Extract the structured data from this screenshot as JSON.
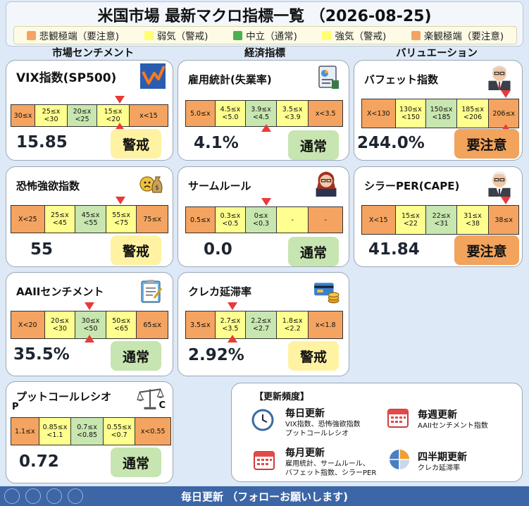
{
  "header": {
    "title": "米国市場 最新マクロ指標一覧 （2026-08-25)",
    "legend": [
      {
        "label": "悲観極端（要注意)",
        "color": "#f4a460"
      },
      {
        "label": "弱気（警戒)",
        "color": "#ffff70"
      },
      {
        "label": "中立（通常)",
        "color": "#4caf50"
      },
      {
        "label": "強気（警戒)",
        "color": "#ffff70"
      },
      {
        "label": "楽観極端（要注意)",
        "color": "#f4a460"
      }
    ]
  },
  "columns": {
    "sentiment": "市場センチメント",
    "economy": "経済指標",
    "valuation": "バリュエーション"
  },
  "cards": {
    "vix": {
      "title": "VIX指数(SP500)",
      "cells": [
        "30≤x",
        "25≤x\n<30",
        "20≤x\n<25",
        "15≤x\n<20",
        "x<15"
      ],
      "value": "15.85",
      "status": "警戒",
      "icon": "trend-chart-icon"
    },
    "employment": {
      "title": "雇用統計(失業率)",
      "cells": [
        "5.0≤x",
        "4.5≤x\n<5.0",
        "3.9≤x\n<4.5",
        "3.5≤x\n<3.9",
        "x<3.5"
      ],
      "value": "4.1%",
      "status": "通常",
      "icon": "report-icon"
    },
    "buffett": {
      "title": "バフェット指数",
      "cells": [
        "X<130",
        "130≤x\n<150",
        "150≤x\n<185",
        "185≤x\n<206",
        "206≤x"
      ],
      "value": "244.0%",
      "status": "要注意",
      "icon": "portrait-icon"
    },
    "fear_greed": {
      "title": "恐怖強欲指数",
      "cells": [
        "X<25",
        "25≤x\n<45",
        "45≤x\n<55",
        "55≤x\n<75",
        "75≤x"
      ],
      "value": "55",
      "status": "警戒",
      "icon": "money-bag-icon"
    },
    "sahm": {
      "title": "サームルール",
      "cells": [
        "0.5≤x",
        "0.3≤x\n<0.5",
        "0≤x\n<0.3",
        "-",
        "-"
      ],
      "value": "0.0",
      "status": "通常",
      "icon": "portrait-icon"
    },
    "cape": {
      "title": "シラーPER(CAPE)",
      "cells": [
        "X<15",
        "15≤x\n<22",
        "22≤x\n<31",
        "31≤x\n<38",
        "38≤x"
      ],
      "value": "41.84",
      "status": "要注意",
      "icon": "portrait-icon"
    },
    "aaii": {
      "title": "AAIIセンチメント",
      "cells": [
        "X<20",
        "20≤x\n<30",
        "30≤x\n<50",
        "50≤x\n<65",
        "65≤x"
      ],
      "value": "35.5%",
      "status": "通常",
      "icon": "clipboard-icon"
    },
    "credit": {
      "title": "クレカ延滞率",
      "cells": [
        "3.5≤x",
        "2.7≤x\n<3.5",
        "2.2≤x\n<2.7",
        "1.8≤x\n<2.2",
        "x<1.8"
      ],
      "value": "2.92%",
      "status": "警戒",
      "icon": "credit-card-icon"
    },
    "putcall": {
      "title": "プットコールレシオ",
      "cells": [
        "1.1≤x",
        "0.85≤x\n<1.1",
        "0.7≤x\n<0.85",
        "0.55≤x\n<0.7",
        "x<0.55"
      ],
      "value": "0.72",
      "status": "通常",
      "icon": "scales-icon",
      "left_label": "P",
      "right_label": "C"
    }
  },
  "frequency": {
    "title": "【更新頻度】",
    "daily": {
      "title": "毎日更新",
      "desc1": "VIX指数、恐怖強欲指数",
      "desc2": "プットコールレシオ"
    },
    "weekly": {
      "title": "毎週更新",
      "desc1": "AAIIセンチメント指数"
    },
    "monthly": {
      "title": "毎月更新",
      "desc1": "雇用統計、サームルール、",
      "desc2": "バフェット指数、シラーPER"
    },
    "quarterly": {
      "title": "四半期更新",
      "desc1": "クレカ延滞率"
    }
  },
  "footer": {
    "text": "毎日更新 （フォローお願いします)"
  }
}
